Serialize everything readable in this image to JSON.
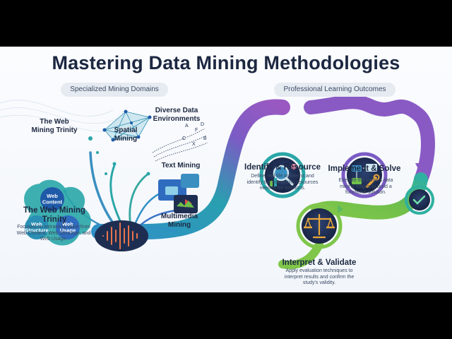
{
  "title": "Mastering Data Mining Methodologies",
  "pills": {
    "left": "Specialized Mining Domains",
    "right": "Professional Learning Outcomes"
  },
  "domains": {
    "web_trinity_top": "The Web Mining Trinity",
    "web_trinity_bottom": "The Web Mining Trinity",
    "web_trinity_desc": "Focused on extracting value from Web Content, Web Structure, and Web Usage.",
    "web_content": "Web Content",
    "web_structure": "Web Structure",
    "web_usage": "Web Usage",
    "spatial": "Spatial Mining",
    "diverse": "Diverse Data Environments",
    "text": "Text Mining",
    "multimedia": "Multimedia Mining"
  },
  "outcomes": {
    "identify_title": "Identify & Resource",
    "identify_desc": "Define real-life problems and identify the computing resources needed for solutions.",
    "implement_title": "Implement & Solve",
    "implement_desc": "Execute the various data mining stages to build a functional solution.",
    "interpret_title": "Interpret & Validate",
    "interpret_desc": "Apply evaluation techniques to interpret results and confirm the study's validity."
  },
  "icons": [
    "magnifier-data-icon",
    "flowchart-wrench-icon",
    "checklist-icon",
    "balance-scale-icon",
    "sound-wave-icon",
    "network-graph-icon",
    "media-tiles-icon"
  ],
  "colors": {
    "title": "#1c2740",
    "teal": "#2aa6a8",
    "blue": "#3a74c8",
    "purple": "#8a5ac4",
    "green": "#6fbf4a",
    "navy": "#1e2e52"
  }
}
